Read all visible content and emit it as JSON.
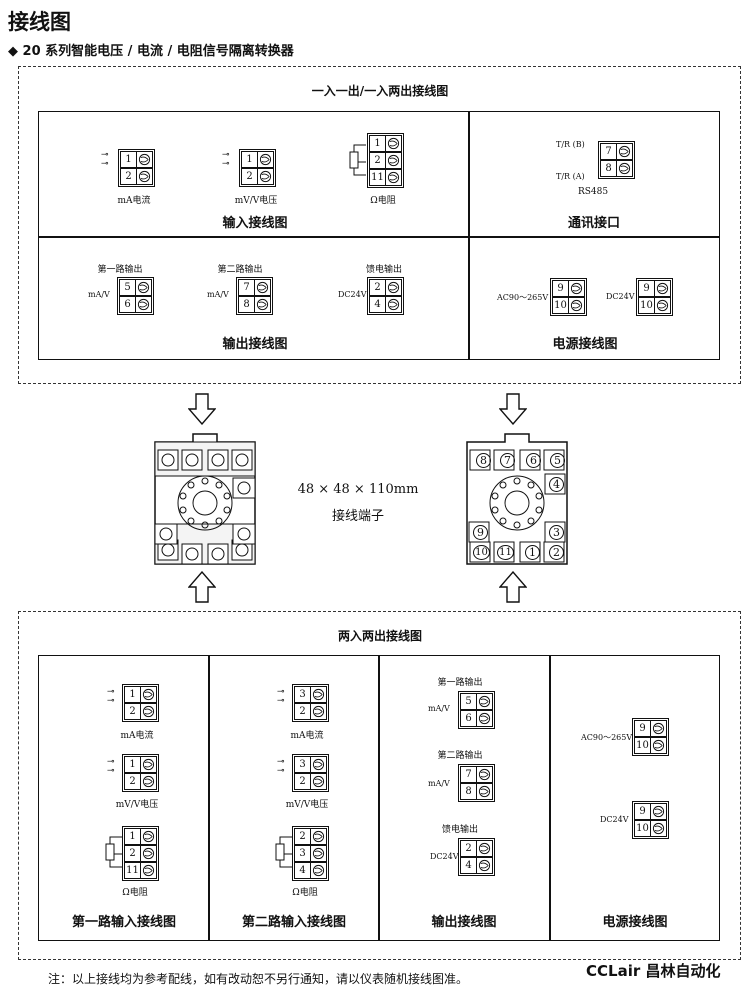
{
  "page": {
    "title": "接线图",
    "subtitle": "◆ 20 系列智能电压 / 电流 / 电阻信号隔离转换器",
    "note": "注：以上接线均为参考配线，如有改动恕不另行通知，请以仪表随机接线图准。",
    "brand": "CCLair 昌林自动化"
  },
  "top_section": {
    "header": "一入一出/一入两出接线图",
    "input": {
      "label": "输入接线图",
      "ma_terms": [
        "1",
        "2"
      ],
      "ma_caption": "mA电流",
      "mv_terms": [
        "1",
        "2"
      ],
      "mv_caption": "mV/V电压",
      "res_terms": [
        "1",
        "2",
        "11"
      ],
      "res_caption": "Ω电阻"
    },
    "comm": {
      "label": "通讯接口",
      "terms": [
        "7",
        "8"
      ],
      "tb": "T/R (B)",
      "ta": "T/R (A)",
      "caption": "RS485"
    },
    "output": {
      "label": "输出接线图",
      "ch1_title": "第一路输出",
      "ch1_terms": [
        "5",
        "6"
      ],
      "ch2_title": "第二路输出",
      "ch2_terms": [
        "7",
        "8"
      ],
      "feed_title": "馈电输出",
      "feed_terms": [
        "2",
        "4"
      ],
      "mav": "mA/V",
      "dc24": "DC24V"
    },
    "power": {
      "label": "电源接线图",
      "ac_label": "AC90～265V",
      "ac_terms": [
        "9",
        "10"
      ],
      "dc_label": "DC24V",
      "dc_terms": [
        "9",
        "10"
      ]
    }
  },
  "middle": {
    "dimensions": "48 × 48 × 110mm",
    "caption": "接线端子",
    "right_socket_numbers": [
      "8",
      "7",
      "6",
      "5",
      "4",
      "3",
      "9",
      "10",
      "11",
      "1",
      "2"
    ]
  },
  "bottom_section": {
    "header": "两入两出接线图",
    "in1": {
      "label": "第一路输入接线图",
      "ma_terms": [
        "1",
        "2"
      ],
      "ma_caption": "mA电流",
      "mv_terms": [
        "1",
        "2"
      ],
      "mv_caption": "mV/V电压",
      "res_terms": [
        "1",
        "2",
        "11"
      ],
      "res_caption": "Ω电阻"
    },
    "in2": {
      "label": "第二路输入接线图",
      "ma_terms": [
        "3",
        "2"
      ],
      "ma_caption": "mA电流",
      "mv_terms": [
        "3",
        "2"
      ],
      "mv_caption": "mV/V电压",
      "res_terms": [
        "2",
        "3",
        "4"
      ],
      "res_caption": "Ω电阻"
    },
    "out": {
      "label": "输出接线图",
      "ch1_title": "第一路输出",
      "ch1_terms": [
        "5",
        "6"
      ],
      "ch2_title": "第二路输出",
      "ch2_terms": [
        "7",
        "8"
      ],
      "feed_title": "馈电输出",
      "feed_terms": [
        "2",
        "4"
      ],
      "mav": "mA/V",
      "dc24": "DC24V"
    },
    "power": {
      "label": "电源接线图",
      "ac_label": "AC90～265V",
      "ac_terms": [
        "9",
        "10"
      ],
      "dc_label": "DC24V",
      "dc_terms": [
        "9",
        "10"
      ]
    }
  }
}
